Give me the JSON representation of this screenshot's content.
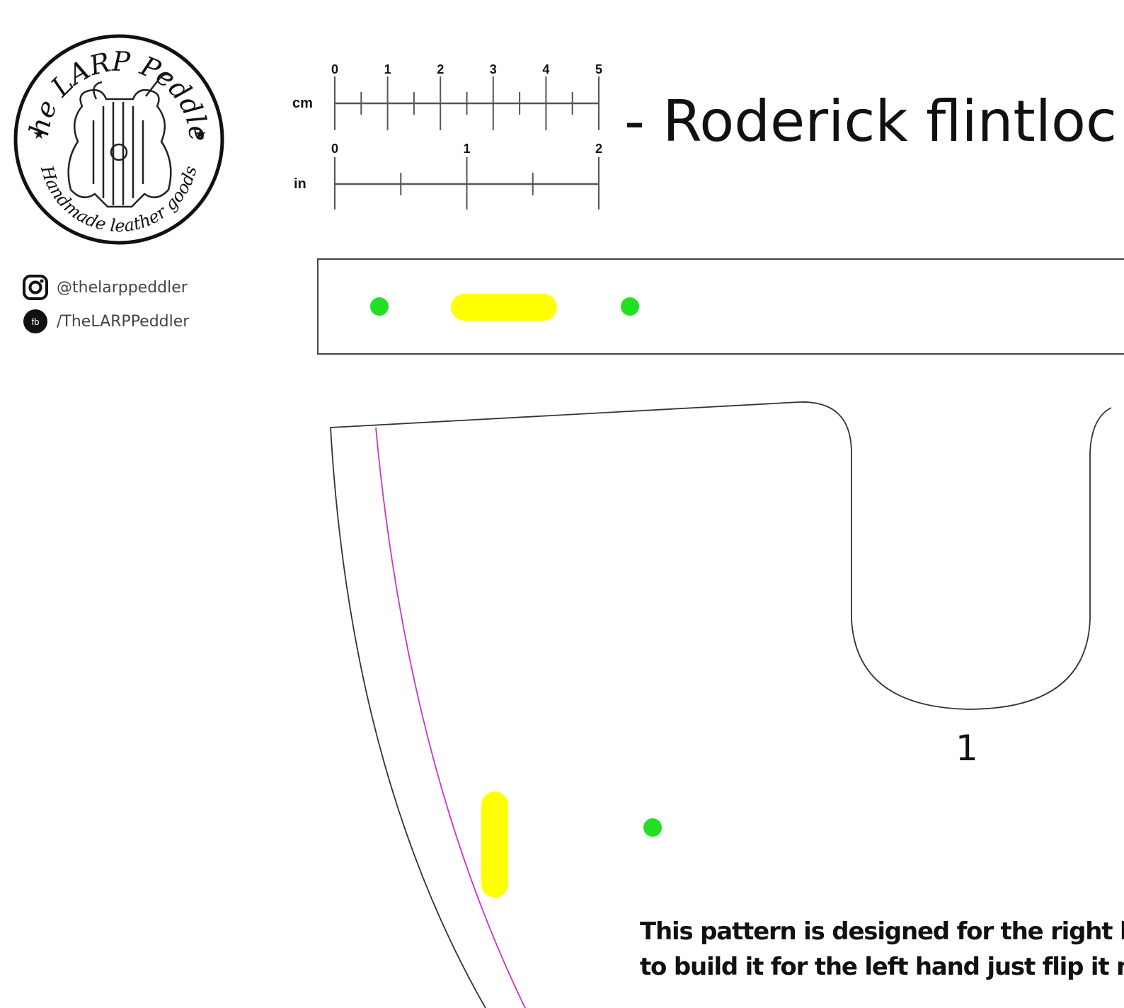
{
  "brand": {
    "logo_top_text": "The LARP Peddler",
    "logo_bottom_text": "Handmade leather goods"
  },
  "social": {
    "instagram": "@thelarppeddler",
    "facebook": "/TheLARPPeddler"
  },
  "ruler": {
    "cm_label": "cm",
    "in_label": "in",
    "cm_ticks": [
      "0",
      "1",
      "2",
      "3",
      "4",
      "5"
    ],
    "in_ticks": [
      "0",
      "1",
      "2"
    ]
  },
  "title": "- Roderick flintloc",
  "pattern": {
    "piece_number": "1",
    "note_line_1": "This pattern is designed for the right ha",
    "note_line_2": "to build it for the left hand just flip it m"
  },
  "colors": {
    "outline": "#333333",
    "stitch_line": "#cc33cc",
    "slot": "#ffff00",
    "hole": "#22e022"
  }
}
